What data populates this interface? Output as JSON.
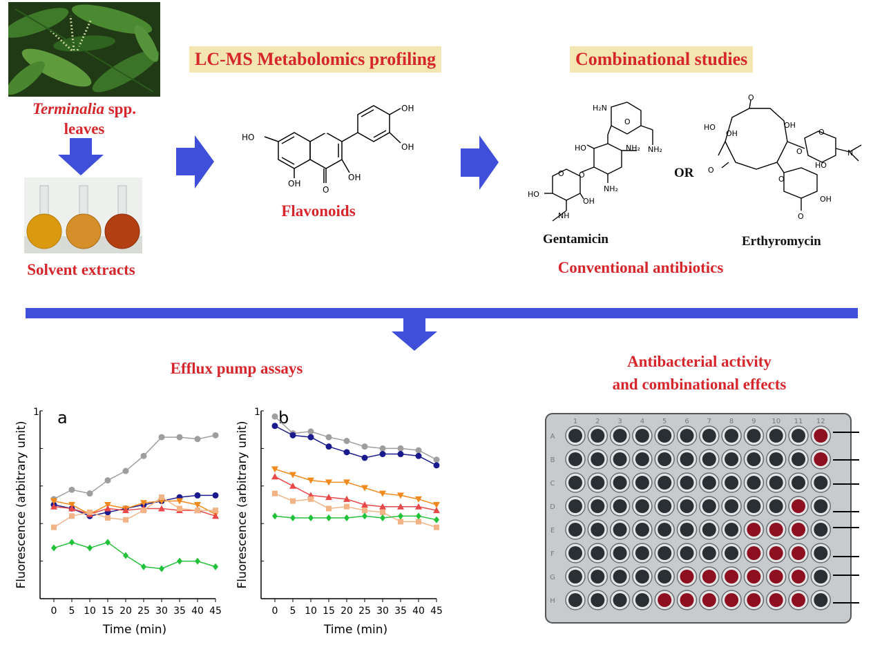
{
  "colors": {
    "accent_red": "#d7262b",
    "arrow_blue": "#3f4fd9",
    "banner_bg": "#f3e6b3"
  },
  "plant": {
    "genus": "Terminalia",
    "rest1": " spp.",
    "rest2": "leaves"
  },
  "extracts": {
    "label": "Solvent extracts"
  },
  "lcms": {
    "title": "LC-MS Metabolomics profiling",
    "compound_class": "Flavonoids",
    "atoms": {
      "oh1": "HO",
      "oh2": "OH",
      "oh3": "OH",
      "oh4": "OH",
      "oh5": "OH",
      "o_ring": "O",
      "o_keto": "O"
    }
  },
  "combo": {
    "title": "Combinational studies",
    "drug1": "Gentamicin",
    "or": "OR",
    "drug2": "Erthyromycin",
    "subtitle": "Conventional antibiotics",
    "gent_atoms": {
      "a1": "H₂N",
      "a2": "O",
      "a3": "NH₂",
      "a4": "HO",
      "a5": "NH₂",
      "a6": "NH₂",
      "a7": "O",
      "a8": "HO",
      "a9": "OH",
      "a10": "NH",
      "a11": "O"
    },
    "ery_atoms": {
      "b1": "O",
      "b2": "HO",
      "b3": "OH",
      "b4": "OH",
      "b5": "O",
      "b6": "O",
      "b7": "N",
      "b8": "HO",
      "b9": "O",
      "b10": "O",
      "b11": "OH",
      "b12": "O"
    }
  },
  "efflux": {
    "title": "Efflux pump assays"
  },
  "antibacterial": {
    "line1": "Antibacterial activity",
    "line2": "and combinational effects",
    "cols": [
      "1",
      "2",
      "3",
      "4",
      "5",
      "6",
      "7",
      "8",
      "9",
      "10",
      "11",
      "12"
    ],
    "rows": [
      "A",
      "B",
      "C",
      "D",
      "E",
      "F",
      "G",
      "H"
    ],
    "red_wells": [
      [
        0,
        11
      ],
      [
        1,
        11
      ],
      [
        3,
        10
      ],
      [
        4,
        8
      ],
      [
        4,
        9
      ],
      [
        4,
        10
      ],
      [
        5,
        8
      ],
      [
        5,
        9
      ],
      [
        5,
        10
      ],
      [
        6,
        5
      ],
      [
        6,
        6
      ],
      [
        6,
        7
      ],
      [
        6,
        8
      ],
      [
        6,
        9
      ],
      [
        6,
        10
      ],
      [
        7,
        4
      ],
      [
        7,
        5
      ],
      [
        7,
        6
      ],
      [
        7,
        7
      ],
      [
        7,
        8
      ],
      [
        7,
        9
      ],
      [
        7,
        10
      ]
    ]
  },
  "chart_data": [
    {
      "type": "line",
      "panel_label": "a",
      "xlabel": "Time (min)",
      "ylabel": "Fluorescence (arbitrary unit)",
      "x": [
        0,
        5,
        10,
        15,
        20,
        25,
        30,
        35,
        40,
        45
      ],
      "xlim": [
        0,
        45
      ],
      "ylim": [
        0,
        1
      ],
      "y_tick_top": "1",
      "x_tick_labels": [
        "0",
        "5",
        "10",
        "15",
        "20",
        "25",
        "30",
        "35",
        "40",
        "45"
      ],
      "series": [
        {
          "color": "#9e9e9e",
          "marker": "circle",
          "values": [
            0.53,
            0.58,
            0.56,
            0.63,
            0.68,
            0.76,
            0.86,
            0.86,
            0.85,
            0.87
          ]
        },
        {
          "color": "#1a1a8c",
          "marker": "circle",
          "values": [
            0.5,
            0.48,
            0.44,
            0.46,
            0.48,
            0.5,
            0.52,
            0.54,
            0.55,
            0.55
          ]
        },
        {
          "color": "#f08a1c",
          "marker": "tri-down",
          "values": [
            0.52,
            0.5,
            0.45,
            0.5,
            0.48,
            0.51,
            0.52,
            0.52,
            0.5,
            0.45
          ]
        },
        {
          "color": "#e84848",
          "marker": "tri-up",
          "values": [
            0.49,
            0.48,
            0.45,
            0.48,
            0.47,
            0.48,
            0.48,
            0.47,
            0.47,
            0.44
          ]
        },
        {
          "color": "#f2b486",
          "marker": "square",
          "values": [
            0.38,
            0.44,
            0.46,
            0.43,
            0.42,
            0.47,
            0.54,
            0.48,
            0.47,
            0.47
          ]
        },
        {
          "color": "#22c13a",
          "marker": "diamond",
          "values": [
            0.27,
            0.3,
            0.27,
            0.3,
            0.23,
            0.17,
            0.16,
            0.2,
            0.2,
            0.17
          ]
        }
      ]
    },
    {
      "type": "line",
      "panel_label": "b",
      "xlabel": "Time (min)",
      "ylabel": "Fluorescence (arbitrary unit)",
      "x": [
        0,
        5,
        10,
        15,
        20,
        25,
        30,
        35,
        40,
        45
      ],
      "xlim": [
        0,
        45
      ],
      "ylim": [
        0,
        1
      ],
      "y_tick_top": "1",
      "x_tick_labels": [
        "0",
        "5",
        "10",
        "15",
        "20",
        "25",
        "30",
        "35",
        "40",
        "45"
      ],
      "series": [
        {
          "color": "#9e9e9e",
          "marker": "circle",
          "values": [
            0.97,
            0.88,
            0.89,
            0.86,
            0.84,
            0.81,
            0.8,
            0.8,
            0.79,
            0.74
          ]
        },
        {
          "color": "#1a1a8c",
          "marker": "circle",
          "values": [
            0.92,
            0.87,
            0.86,
            0.81,
            0.78,
            0.75,
            0.77,
            0.77,
            0.76,
            0.71
          ]
        },
        {
          "color": "#f08a1c",
          "marker": "tri-down",
          "values": [
            0.69,
            0.66,
            0.63,
            0.62,
            0.62,
            0.59,
            0.56,
            0.55,
            0.53,
            0.5
          ]
        },
        {
          "color": "#e84848",
          "marker": "tri-up",
          "values": [
            0.65,
            0.6,
            0.55,
            0.54,
            0.53,
            0.5,
            0.49,
            0.49,
            0.49,
            0.47
          ]
        },
        {
          "color": "#f2b486",
          "marker": "square",
          "values": [
            0.56,
            0.52,
            0.53,
            0.48,
            0.49,
            0.47,
            0.46,
            0.41,
            0.41,
            0.38
          ]
        },
        {
          "color": "#22c13a",
          "marker": "diamond",
          "values": [
            0.44,
            0.43,
            0.43,
            0.43,
            0.43,
            0.44,
            0.43,
            0.44,
            0.44,
            0.42
          ]
        }
      ]
    }
  ]
}
